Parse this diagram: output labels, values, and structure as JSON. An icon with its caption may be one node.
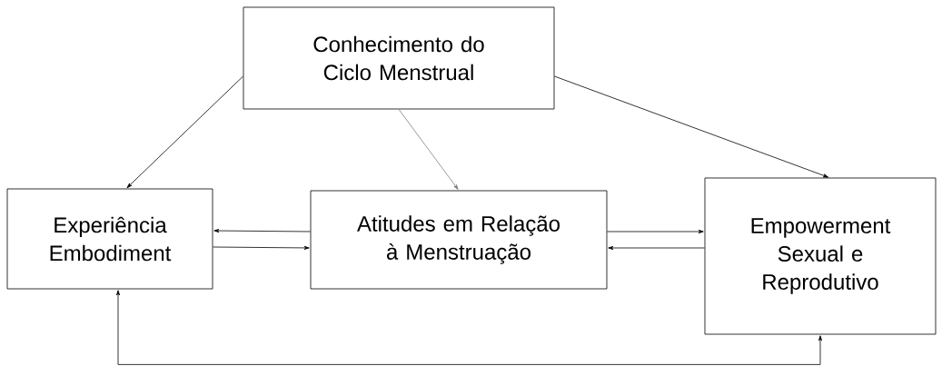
{
  "diagram": {
    "nodes": [
      {
        "text": [
          "Conhecimento do Ciclo Menstrual"
        ]
      },
      {
        "text": [
          "Experiência Embodiment"
        ]
      },
      {
        "text": [
          "Atitudes em Relação à Menstruação"
        ]
      },
      {
        "text": [
          "Empowerment Sexual e Reprodutivo"
        ]
      }
    ],
    "edges": [
      {
        "from": 0,
        "to": 1,
        "arrow": "to"
      },
      {
        "from": 0,
        "to": 2,
        "arrow": "to",
        "color": "#808080"
      },
      {
        "from": 0,
        "to": 3,
        "arrow": "to"
      },
      {
        "from": 2,
        "to": 1,
        "arrow": "to"
      },
      {
        "from": 1,
        "to": 2,
        "arrow": "to"
      },
      {
        "from": 2,
        "to": 3,
        "arrow": "to"
      },
      {
        "from": 3,
        "to": 2,
        "arrow": "to"
      },
      {
        "from": 1,
        "to": 3,
        "arrow": "both"
      }
    ]
  }
}
